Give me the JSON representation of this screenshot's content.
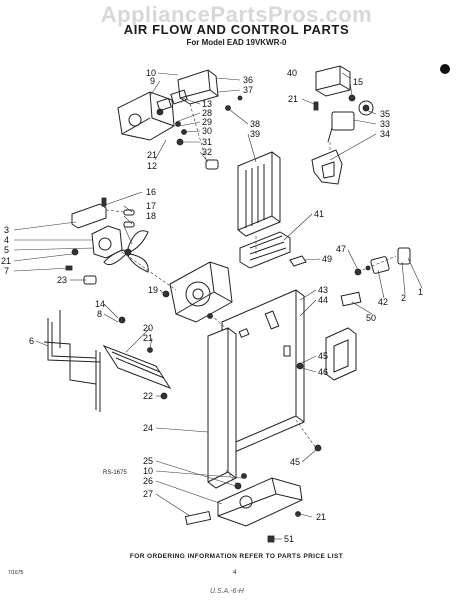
{
  "header": {
    "watermark": "AppliancePartsPros.com",
    "title": "AIR FLOW AND CONTROL PARTS",
    "subtitle": "For Model EAD 19VKWR-0"
  },
  "footer": {
    "note": "FOR ORDERING INFORMATION REFER TO PARTS PRICE LIST",
    "page_number": "4",
    "left_code": "7/1675",
    "bottom_code": "U.S.A.-6-H"
  },
  "diagram": {
    "id_label": "RS-1675",
    "callouts": [
      "10",
      "9",
      "36",
      "37",
      "40",
      "15",
      "21",
      "35",
      "33",
      "34",
      "13",
      "28",
      "29",
      "30",
      "31",
      "32",
      "38",
      "39",
      "21",
      "12",
      "16",
      "17",
      "18",
      "3",
      "4",
      "5",
      "21",
      "7",
      "23",
      "41",
      "47",
      "49",
      "43",
      "44",
      "2",
      "1",
      "42",
      "50",
      "19",
      "14",
      "8",
      "20",
      "21",
      "6",
      "45",
      "46",
      "22",
      "24",
      "45",
      "25",
      "10",
      "26",
      "27",
      "21",
      "51"
    ]
  }
}
